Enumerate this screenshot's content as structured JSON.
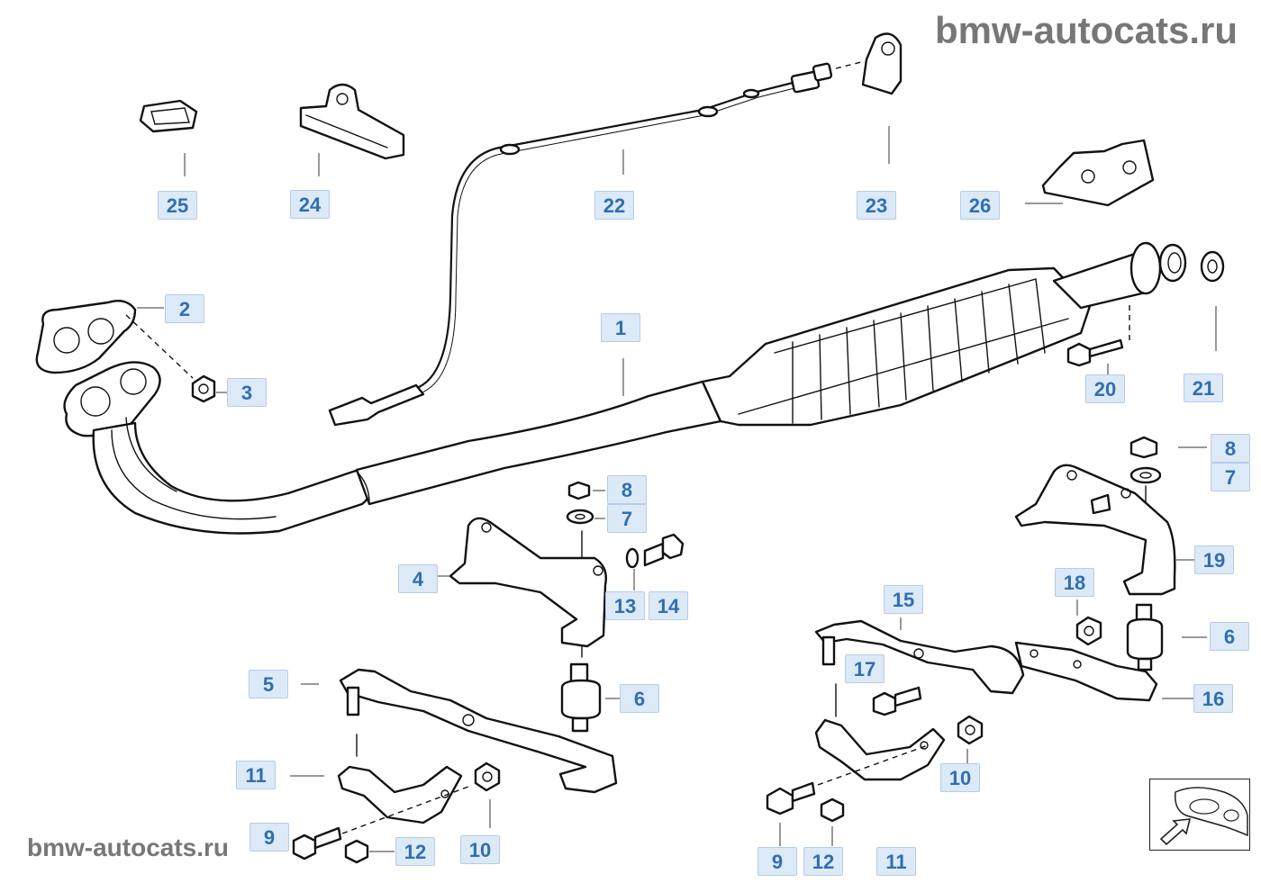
{
  "watermarks": {
    "top": "bmw-autocats.ru",
    "bottom": "bmw-autocats.ru"
  },
  "colors": {
    "callout_bg": "#dce9f7",
    "callout_text": "#2f6fb0",
    "watermark": "#777777"
  },
  "callouts": [
    {
      "id": "c25",
      "label": "25"
    },
    {
      "id": "c24",
      "label": "24"
    },
    {
      "id": "c22",
      "label": "22"
    },
    {
      "id": "c23",
      "label": "23"
    },
    {
      "id": "c26",
      "label": "26"
    },
    {
      "id": "c2",
      "label": "2"
    },
    {
      "id": "c3",
      "label": "3"
    },
    {
      "id": "c1",
      "label": "1"
    },
    {
      "id": "c20",
      "label": "20"
    },
    {
      "id": "c21",
      "label": "21"
    },
    {
      "id": "c8a",
      "label": "8"
    },
    {
      "id": "c7a",
      "label": "7"
    },
    {
      "id": "c8b",
      "label": "8"
    },
    {
      "id": "c7b",
      "label": "7"
    },
    {
      "id": "c4",
      "label": "4"
    },
    {
      "id": "c13",
      "label": "13"
    },
    {
      "id": "c14",
      "label": "14"
    },
    {
      "id": "c19",
      "label": "19"
    },
    {
      "id": "c18",
      "label": "18"
    },
    {
      "id": "c15",
      "label": "15"
    },
    {
      "id": "c6b",
      "label": "6"
    },
    {
      "id": "c5",
      "label": "5"
    },
    {
      "id": "c6a",
      "label": "6"
    },
    {
      "id": "c17",
      "label": "17"
    },
    {
      "id": "c16",
      "label": "16"
    },
    {
      "id": "c11a",
      "label": "11"
    },
    {
      "id": "c10b",
      "label": "10"
    },
    {
      "id": "c9a",
      "label": "9"
    },
    {
      "id": "c12a",
      "label": "12"
    },
    {
      "id": "c10a",
      "label": "10"
    },
    {
      "id": "c9b",
      "label": "9"
    },
    {
      "id": "c12b",
      "label": "12"
    },
    {
      "id": "c11b",
      "label": "11"
    }
  ]
}
